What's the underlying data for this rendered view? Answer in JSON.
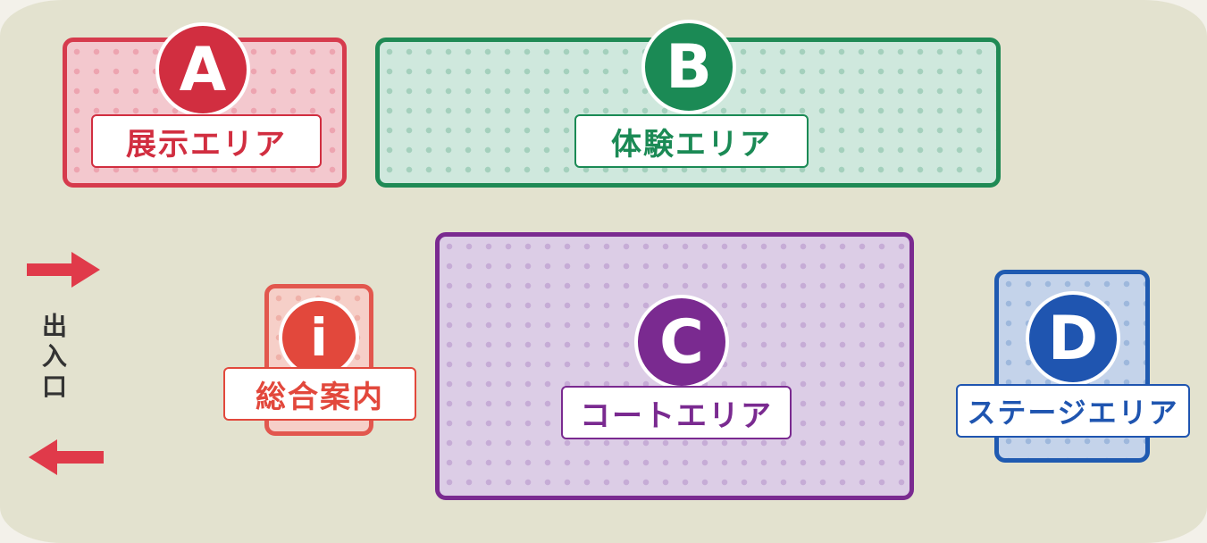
{
  "areas": {
    "a": {
      "badge": "A",
      "label": "展示エリア",
      "color": "#d12e40"
    },
    "b": {
      "badge": "B",
      "label": "体験エリア",
      "color": "#1b8a55"
    },
    "c": {
      "badge": "C",
      "label": "コートエリア",
      "color": "#7a2a90"
    },
    "d": {
      "badge": "D",
      "label": "ステージエリア",
      "color": "#1f55b0"
    }
  },
  "info": {
    "badge": "i",
    "label": "総合案内",
    "color": "#e2483c"
  },
  "entrance": {
    "label": "出入口",
    "arrow_color": "#e03a4a"
  }
}
